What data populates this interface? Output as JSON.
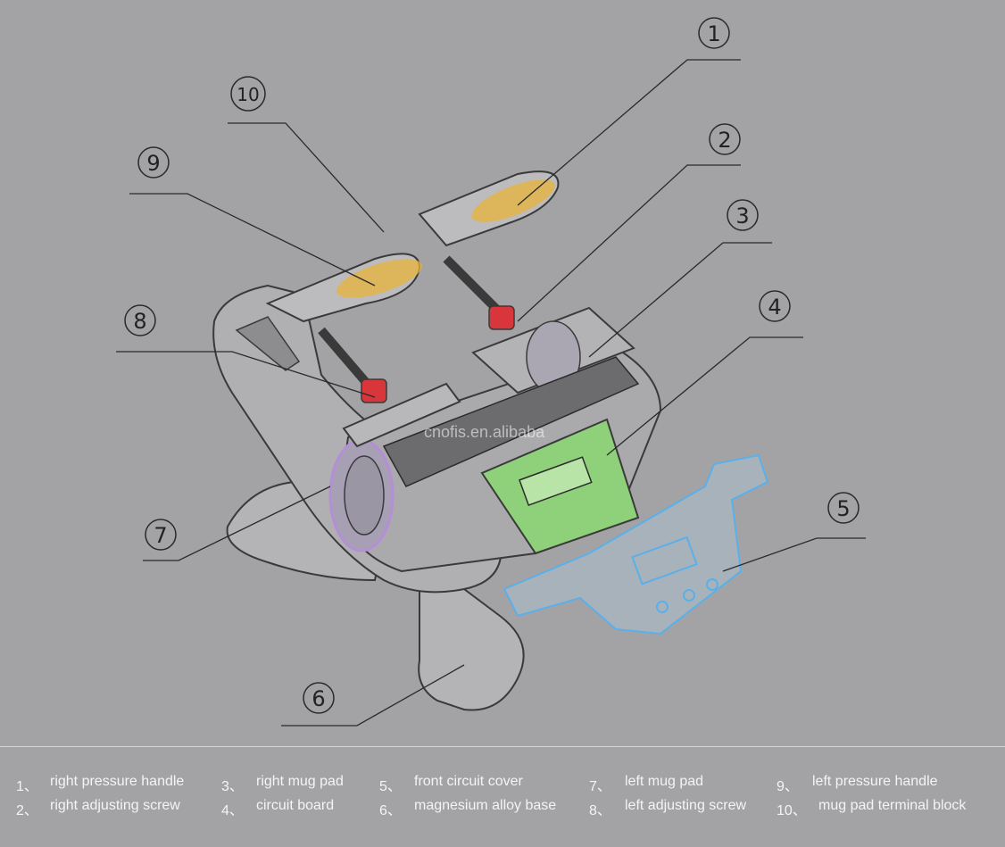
{
  "callouts": [
    "1",
    "2",
    "3",
    "4",
    "5",
    "6",
    "7",
    "8",
    "9",
    "10"
  ],
  "watermark": "cnofis.en.alibaba",
  "legend": [
    {
      "num": "1、",
      "label": "right pressure handle"
    },
    {
      "num": "2、",
      "label": "right adjusting screw"
    },
    {
      "num": "3、",
      "label": "right mug pad"
    },
    {
      "num": "4、",
      "label": "circuit board"
    },
    {
      "num": "5、",
      "label": "front circuit cover"
    },
    {
      "num": "6、",
      "label": "magnesium alloy base"
    },
    {
      "num": "7、",
      "label": "left mug pad"
    },
    {
      "num": "8、",
      "label": "left adjusting screw"
    },
    {
      "num": "9、",
      "label": "left pressure handle"
    },
    {
      "num": "10、",
      "label": "mug pad terminal block"
    }
  ],
  "colors": {
    "background": "#a3a3a6",
    "outline": "#3a3a3a",
    "handle_highlight": "#e8b33a",
    "screw": "#d9363c",
    "circuit_board": "#8fd07a",
    "cover_outline": "#5ab0e8",
    "mug_pad": "#b48fd6",
    "legend_text": "#f4f4f4"
  }
}
